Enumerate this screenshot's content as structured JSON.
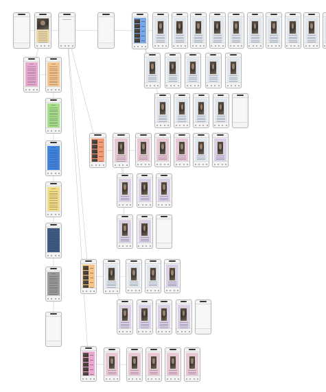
{
  "colors": {
    "canvas": "#ffffff",
    "phone_frame": "#b9b9b9",
    "phone_bg": "#f3f3f3",
    "segue": "#c8c8c8",
    "menu_beige": "#ecd9a6",
    "blue_list": "#7aa8e6",
    "orange_list": "#f39a77",
    "pink": "#e9a8cf",
    "orange": "#f5c489",
    "green": "#a8e08a",
    "blue": "#3f86e2",
    "yellow": "#f3dd82",
    "navy": "#3c5a82",
    "gray": "#9a9a9a",
    "detail_bg": "#dfe6ee",
    "detail_bg_purple": "#d9cfe6",
    "detail_bg_pink": "#e9c6d6"
  },
  "storyboard": {
    "scenes": [
      {
        "kind": "blank"
      },
      {
        "kind": "photo_menu",
        "color": "menu_beige"
      },
      {
        "kind": "blank_tabs"
      },
      {
        "kind": "blank"
      },
      {
        "kind": "list",
        "color": "blue_list"
      },
      {
        "kind": "detail",
        "color": "detail_bg"
      },
      {
        "kind": "detail",
        "color": "detail_bg"
      },
      {
        "kind": "detail",
        "color": "detail_bg"
      },
      {
        "kind": "detail",
        "color": "detail_bg"
      },
      {
        "kind": "detail",
        "color": "detail_bg"
      },
      {
        "kind": "detail",
        "color": "detail_bg"
      },
      {
        "kind": "detail",
        "color": "detail_bg"
      },
      {
        "kind": "detail",
        "color": "detail_bg"
      },
      {
        "kind": "detail",
        "color": "detail_bg"
      },
      {
        "kind": "detail",
        "color": "detail_bg"
      },
      {
        "kind": "detail",
        "color": "detail_bg"
      },
      {
        "kind": "detail",
        "color": "detail_bg"
      },
      {
        "kind": "detail",
        "color": "detail_bg"
      },
      {
        "kind": "detail",
        "color": "detail_bg"
      },
      {
        "kind": "detail",
        "color": "detail_bg"
      },
      {
        "kind": "detail",
        "color": "detail_bg"
      },
      {
        "kind": "detail",
        "color": "detail_bg"
      },
      {
        "kind": "detail",
        "color": "detail_bg"
      },
      {
        "kind": "detail",
        "color": "detail_bg"
      },
      {
        "kind": "blank"
      },
      {
        "kind": "text_page",
        "color": "pink"
      },
      {
        "kind": "text_page",
        "color": "orange"
      },
      {
        "kind": "text_page",
        "color": "green"
      },
      {
        "kind": "text_page",
        "color": "blue"
      },
      {
        "kind": "text_page",
        "color": "yellow"
      },
      {
        "kind": "text_page",
        "color": "navy"
      },
      {
        "kind": "text_page",
        "color": "gray"
      },
      {
        "kind": "blank"
      },
      {
        "kind": "list",
        "color": "orange_list"
      },
      {
        "kind": "detail",
        "color": "detail_bg_pink"
      },
      {
        "kind": "detail",
        "color": "detail_bg_pink"
      },
      {
        "kind": "detail",
        "color": "detail_bg_pink"
      },
      {
        "kind": "detail",
        "color": "detail_bg_pink"
      },
      {
        "kind": "detail",
        "color": "detail_bg"
      },
      {
        "kind": "detail",
        "color": "detail_bg"
      },
      {
        "kind": "detail",
        "color": "detail_bg_purple"
      },
      {
        "kind": "detail",
        "color": "detail_bg_purple"
      },
      {
        "kind": "detail",
        "color": "detail_bg_purple"
      },
      {
        "kind": "detail",
        "color": "detail_bg_purple"
      },
      {
        "kind": "detail",
        "color": "detail_bg_purple"
      },
      {
        "kind": "detail",
        "color": "detail_bg_purple"
      },
      {
        "kind": "blank"
      },
      {
        "kind": "list",
        "color": "orange"
      },
      {
        "kind": "detail",
        "color": "detail_bg"
      },
      {
        "kind": "detail",
        "color": "detail_bg"
      },
      {
        "kind": "detail",
        "color": "detail_bg"
      },
      {
        "kind": "detail",
        "color": "detail_bg_purple"
      },
      {
        "kind": "detail",
        "color": "detail_bg_purple"
      },
      {
        "kind": "detail",
        "color": "detail_bg_purple"
      },
      {
        "kind": "detail",
        "color": "detail_bg_purple"
      },
      {
        "kind": "detail",
        "color": "detail_bg_purple"
      },
      {
        "kind": "blank"
      },
      {
        "kind": "list",
        "color": "pink"
      },
      {
        "kind": "detail",
        "color": "detail_bg_pink"
      },
      {
        "kind": "detail",
        "color": "detail_bg_pink"
      },
      {
        "kind": "detail",
        "color": "detail_bg_pink"
      },
      {
        "kind": "detail",
        "color": "detail_bg_pink"
      },
      {
        "kind": "detail",
        "color": "detail_bg_pink"
      }
    ]
  }
}
